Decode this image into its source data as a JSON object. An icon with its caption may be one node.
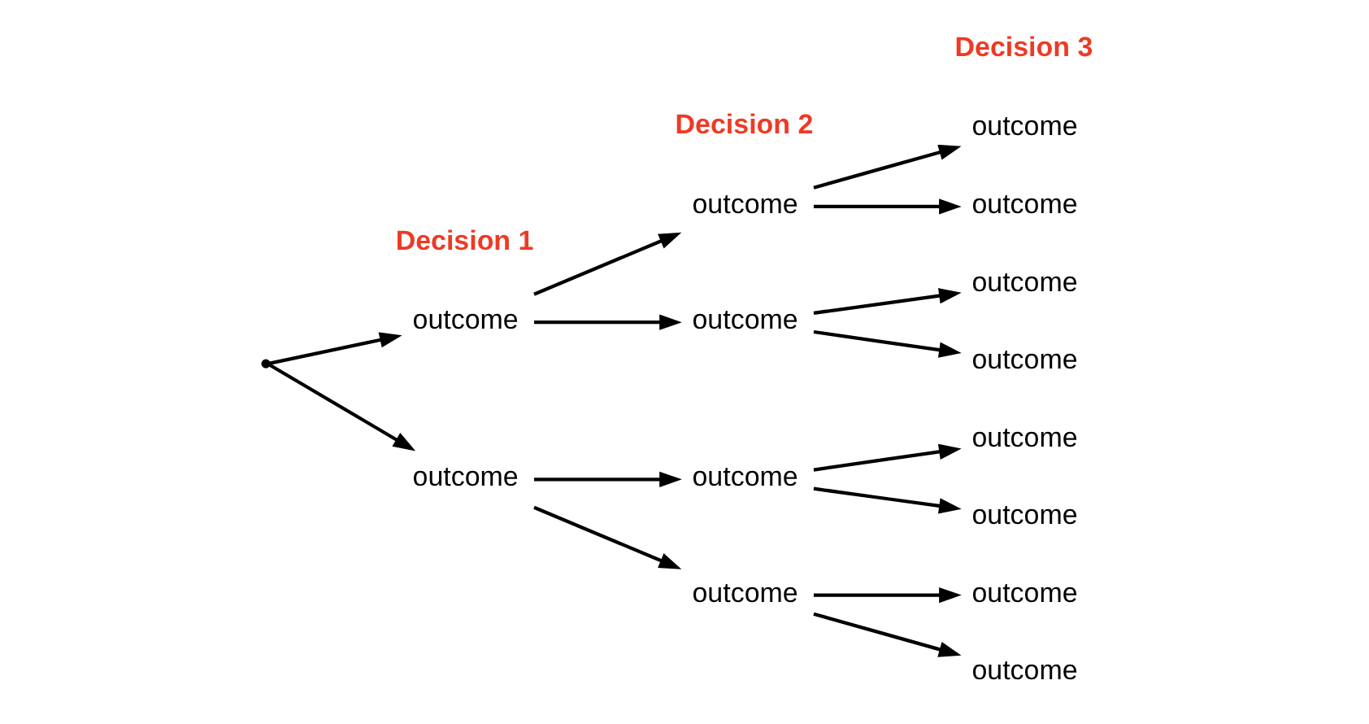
{
  "diagram": {
    "nodes": [
      {
        "text": [],
        "shape": "point"
      },
      {
        "text": [
          "outcome"
        ]
      },
      {
        "text": [
          "outcome"
        ]
      },
      {
        "text": [
          "outcome"
        ]
      },
      {
        "text": [
          "outcome"
        ]
      },
      {
        "text": [
          "outcome"
        ]
      },
      {
        "text": [
          "outcome"
        ]
      },
      {
        "text": [
          "outcome"
        ]
      },
      {
        "text": [
          "outcome"
        ]
      },
      {
        "text": [
          "outcome"
        ]
      },
      {
        "text": [
          "outcome"
        ]
      },
      {
        "text": [
          "outcome"
        ]
      },
      {
        "text": [
          "outcome"
        ]
      },
      {
        "text": [
          "outcome"
        ]
      },
      {
        "text": [
          "outcome"
        ]
      }
    ],
    "edges": [
      {
        "from": 0,
        "to": 1,
        "arrow": "to"
      },
      {
        "from": 0,
        "to": 2,
        "arrow": "to"
      },
      {
        "from": 1,
        "to": 3,
        "arrow": "to"
      },
      {
        "from": 1,
        "to": 4,
        "arrow": "to"
      },
      {
        "from": 2,
        "to": 5,
        "arrow": "to"
      },
      {
        "from": 2,
        "to": 6,
        "arrow": "to"
      },
      {
        "from": 3,
        "to": 7,
        "arrow": "to"
      },
      {
        "from": 3,
        "to": 8,
        "arrow": "to"
      },
      {
        "from": 4,
        "to": 9,
        "arrow": "to"
      },
      {
        "from": 4,
        "to": 10,
        "arrow": "to"
      },
      {
        "from": 5,
        "to": 11,
        "arrow": "to"
      },
      {
        "from": 5,
        "to": 12,
        "arrow": "to"
      },
      {
        "from": 6,
        "to": 13,
        "arrow": "to"
      },
      {
        "from": 6,
        "to": 14,
        "arrow": "to"
      }
    ],
    "labels": [
      "Decision 3",
      "Decision 2",
      "Decision 1"
    ]
  }
}
